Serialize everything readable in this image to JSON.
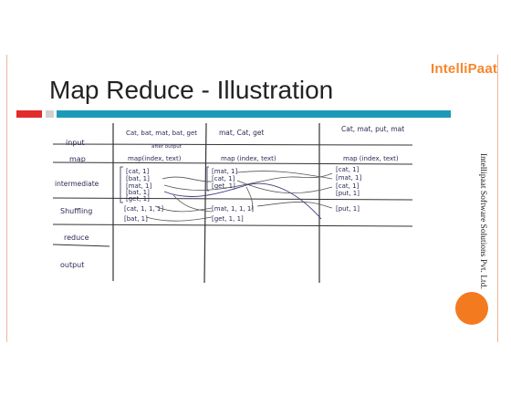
{
  "slide": {
    "title": "Map Reduce - Illustration",
    "logo": {
      "prefix": "I",
      "text": "ntelliPaat"
    },
    "side_text": "Intellipaat Software Solutions Pvt. Ltd.",
    "colors": {
      "accent_red": "#e22b2b",
      "accent_teal": "#1b9ab7",
      "orange": "#f47a20"
    }
  },
  "diagram": {
    "row_labels": [
      "input",
      "map",
      "intermediate",
      "Shuffling",
      "reduce",
      "output"
    ],
    "columns": [
      {
        "input": "Cat, bat, mat, bat, get",
        "map": "map(index, text)",
        "intermediate": [
          "[cat, 1]",
          "[bat, 1]",
          "[mat, 1]",
          "[bat, 1]",
          "[get, 1]"
        ],
        "shuffle": [
          "[cat, 1, 1, 1]",
          "[bat, 1]"
        ]
      },
      {
        "input": "mat, Cat, get",
        "map": "map (index, text)",
        "intermediate": [
          "[mat, 1]",
          "[cat, 1]",
          "[get, 1]"
        ],
        "shuffle": [
          "[mat, 1, 1, 1]",
          "[get, 1, 1]"
        ]
      },
      {
        "input": "Cat, mat, put, mat",
        "map": "map (index, text)",
        "intermediate": [
          "[cat, 1]",
          "[mat, 1]",
          "[cat, 1]",
          "[put, 1]"
        ],
        "shuffle": [
          "[put, 1]"
        ]
      }
    ],
    "note": "after output"
  }
}
